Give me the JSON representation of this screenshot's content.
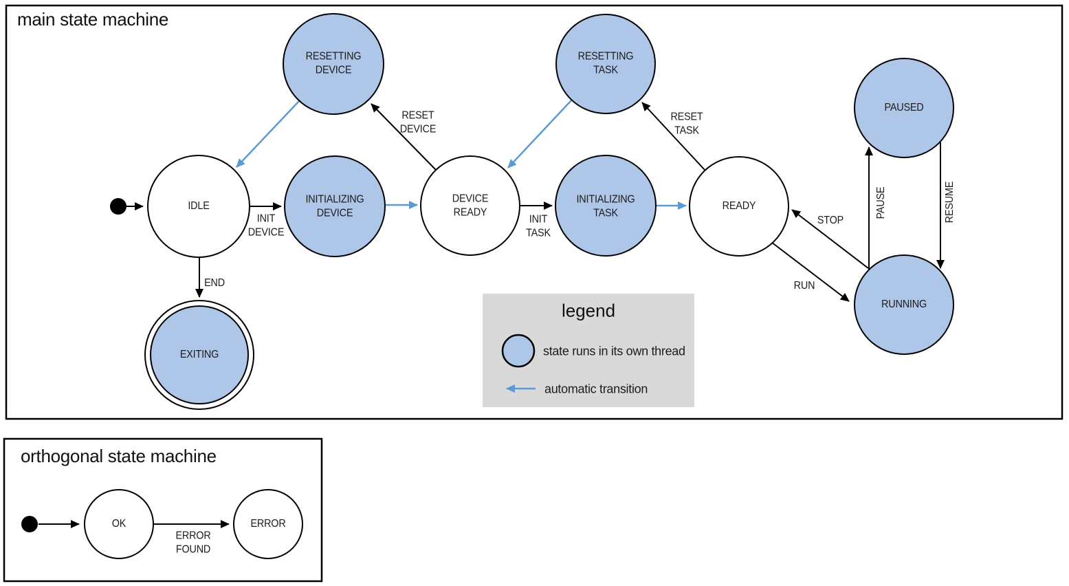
{
  "colors": {
    "threaded_state_fill": "#aec6e8",
    "state_stroke": "#000000",
    "automatic_transition_arrow": "#5b9bd5",
    "legend_background": "#d9d9d9",
    "background": "#ffffff"
  },
  "main_machine": {
    "title": "main state machine",
    "states": {
      "idle": "IDLE",
      "resetting_device": "RESETTING\nDEVICE",
      "initializing_device": "INITIALIZING\nDEVICE",
      "device_ready": "DEVICE\nREADY",
      "resetting_task": "RESETTING\nTASK",
      "initializing_task": "INITIALIZING\nTASK",
      "ready": "READY",
      "paused": "PAUSED",
      "running": "RUNNING",
      "exiting": "EXITING"
    },
    "transitions": {
      "init_device": "INIT\nDEVICE",
      "reset_device": "RESET\nDEVICE",
      "init_task": "INIT\nTASK",
      "reset_task": "RESET\nTASK",
      "stop": "STOP",
      "run": "RUN",
      "pause": "PAUSE",
      "resume": "RESUME",
      "end": "END"
    }
  },
  "legend": {
    "title": "legend",
    "items": [
      {
        "symbol": "threaded-state-circle",
        "label": "state runs in its own thread"
      },
      {
        "symbol": "automatic-transition-arrow",
        "label": "automatic transition"
      }
    ]
  },
  "orthogonal_machine": {
    "title": "orthogonal state machine",
    "states": {
      "ok": "OK",
      "error": "ERROR"
    },
    "transitions": {
      "error_found": "ERROR\nFOUND"
    }
  }
}
